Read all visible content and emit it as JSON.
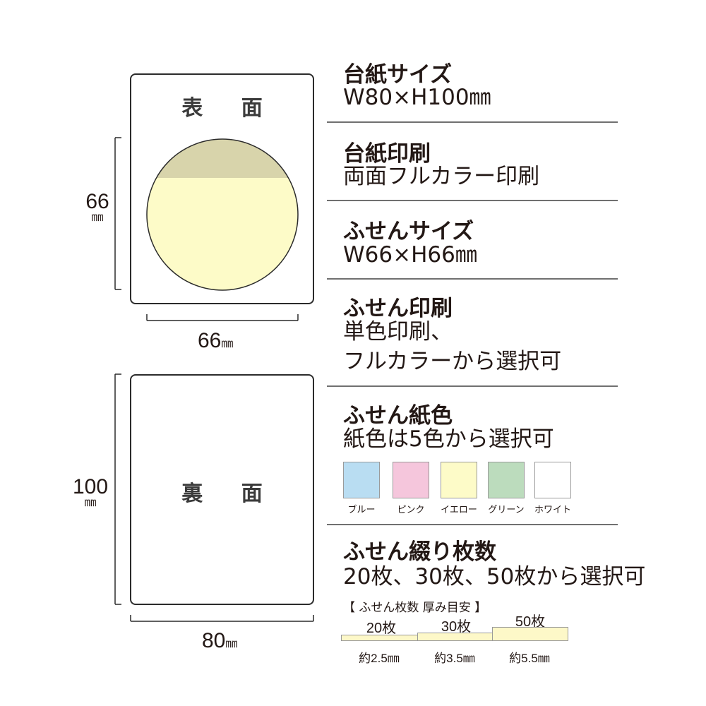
{
  "diagram": {
    "front_label": "表 面",
    "back_label": "裏 面",
    "sticky_height_num": "66",
    "sticky_width_num": "66",
    "card_height_num": "100",
    "card_width_num": "80",
    "unit": "㎜"
  },
  "specs": [
    {
      "title": "台紙サイズ",
      "value": "W80×H100㎜"
    },
    {
      "title": "台紙印刷",
      "value": "両面フルカラー印刷"
    },
    {
      "title": "ふせんサイズ",
      "value": "W66×H66㎜"
    },
    {
      "title": "ふせん印刷",
      "value_line1": "単色印刷、",
      "value_line2": "フルカラーから選択可"
    },
    {
      "title": "ふせん紙色",
      "value": "紙色は5色から選択可"
    },
    {
      "title": "ふせん綴り枚数",
      "value": "20枚、30枚、50枚から選択可"
    }
  ],
  "colors": [
    {
      "name": "ブルー",
      "hex": "#b9ddf2"
    },
    {
      "name": "ピンク",
      "hex": "#f5c6dc"
    },
    {
      "name": "イエロー",
      "hex": "#fdfbc8"
    },
    {
      "name": "グリーン",
      "hex": "#bcdcbd"
    },
    {
      "name": "ホワイト",
      "hex": "#ffffff"
    }
  ],
  "thickness": {
    "heading": "【 ふせん枚数 厚み目安 】",
    "items": [
      {
        "count": "20枚",
        "thickness": "約2.5㎜"
      },
      {
        "count": "30枚",
        "thickness": "約3.5㎜"
      },
      {
        "count": "50枚",
        "thickness": "約5.5㎜"
      }
    ]
  },
  "sticky_colors": {
    "top_band": "#d8d4ab",
    "body": "#fdfbc8",
    "bar": "#fdf8c8"
  }
}
